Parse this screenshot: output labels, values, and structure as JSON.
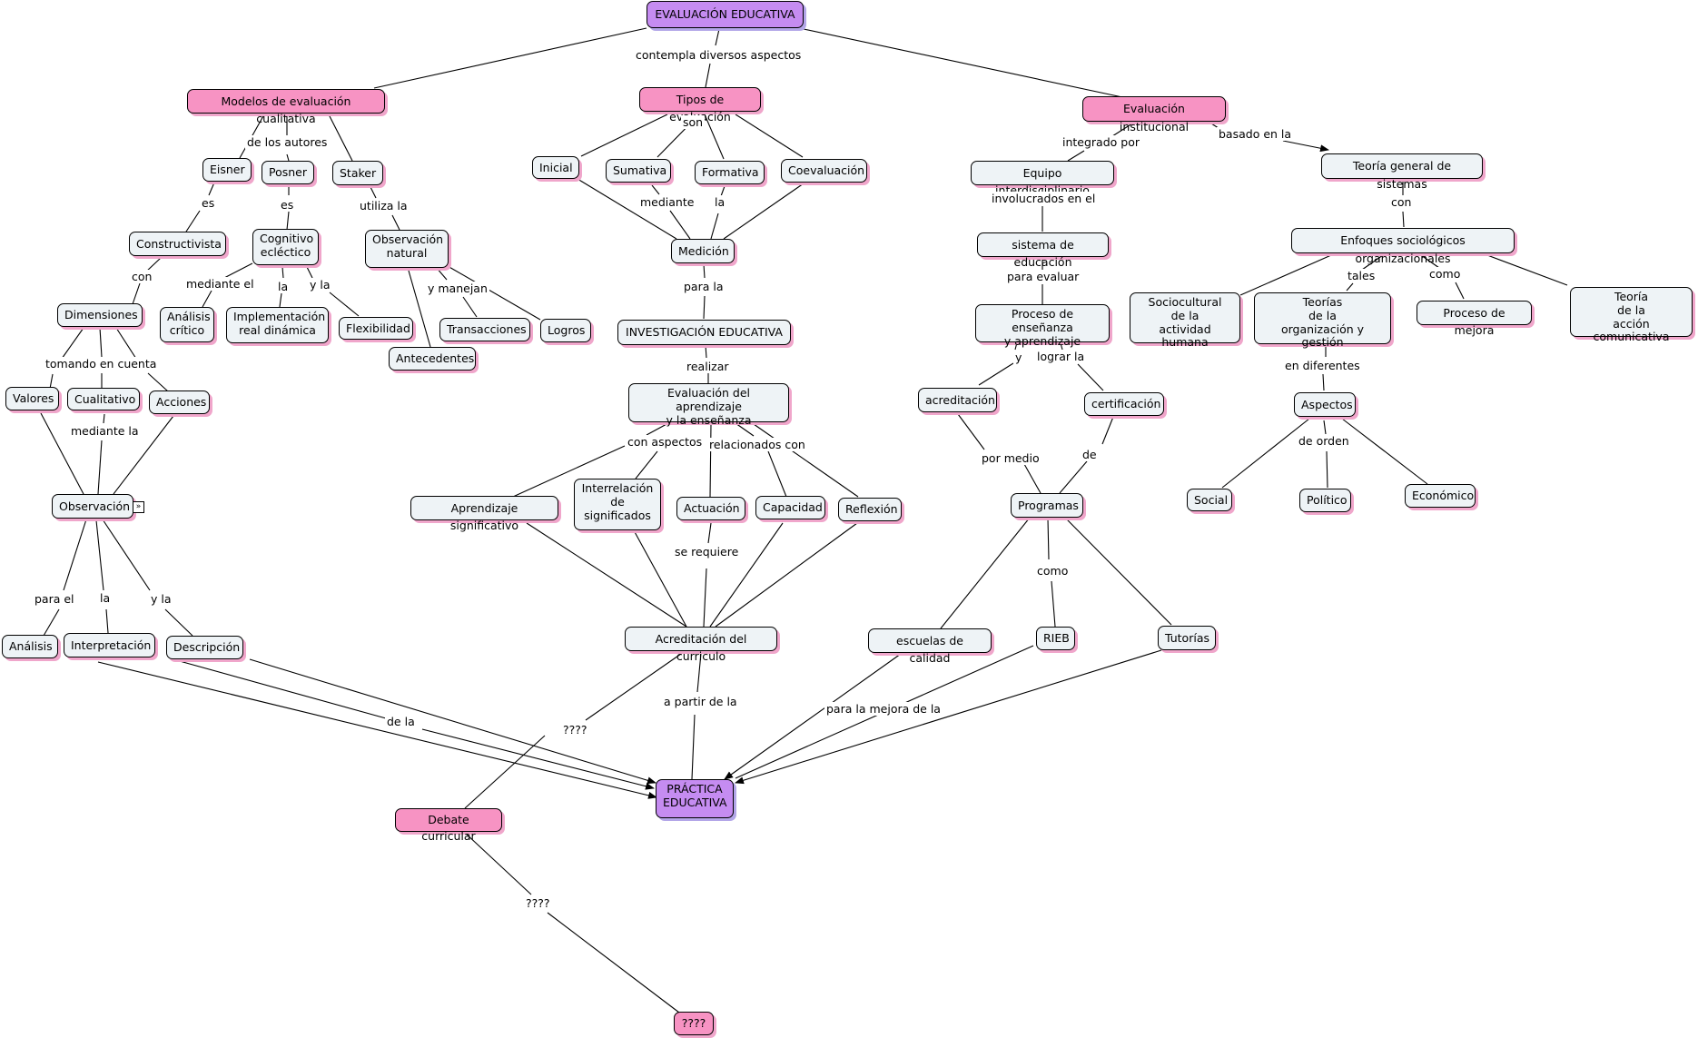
{
  "nodes": {
    "evaluacion_educativa": "EVALUACIÓN EDUCATIVA",
    "modelos": "Modelos de evaluación cualitativa",
    "tipos": "Tipos de evaluación",
    "institucional": "Evaluación institucional",
    "eisner": "Eisner",
    "posner": "Posner",
    "staker": "Staker",
    "constructivista": "Constructivista",
    "cognitivo": "Cognitivo\neclécttico",
    "observacion_natural": "Observación\nnatural",
    "dimensiones": "Dimensiones",
    "analisis_critico": "Análisis\ncrítico",
    "implementacion": "Implementación\nreal dinámica",
    "flexibilidad": "Flexibilidad",
    "transacciones": "Transacciones",
    "logros": "Logros",
    "antecedentes": "Antecedentes",
    "valores": "Valores",
    "cualitativo": "Cualitativo",
    "acciones": "Acciones",
    "observacion": "Observación",
    "analisis": "Análisis",
    "interpretacion": "Interpretación",
    "descripcion": "Descripción",
    "inicial": "Inicial",
    "sumativa": "Sumativa",
    "formativa": "Formativa",
    "coevaluacion": "Coevaluación",
    "medicion": "Medición",
    "investigacion": "INVESTIGACIÓN EDUCATIVA",
    "eval_aprendizaje": "Evaluación del aprendizaje\ny la enseñanza",
    "aprendizaje_sig": "Aprendizaje significativo",
    "interrelacion": "Interrelación\nde\nsignificados",
    "actuacion": "Actuación",
    "capacidad": "Capacidad",
    "reflexion": "Reflexión",
    "acreditacion_curriculo": "Acreditación del curriculo",
    "practica": "PRÁCTICA\nEDUCATIVA",
    "debate": "Debate curricular",
    "qqq_node": "????",
    "equipo": "Equipo interdisciplinario",
    "sistema_educacion": "sistema de educación",
    "proceso_ensenanza": "Proceso de enseñanza\ny aprendizaje",
    "acreditacion": "acreditación",
    "certificacion": "certificación",
    "programas": "Programas",
    "escuelas": "escuelas de calidad",
    "rieb": "RIEB",
    "tutorias": "Tutorías",
    "teoria_sistemas": "Teoría general de sistemas",
    "enfoques": "Enfoques sociológicos organizacionales",
    "sociocultural": "Sociocultural\nde la\nactividad humana",
    "teorias_org": "Teorías\nde la\norganización y gestión",
    "proceso_mejora": "Proceso de mejora",
    "teoria_accion": "Teoría\nde la\nacción comunicativa",
    "aspectos": "Aspectos",
    "social": "Social",
    "politico": "Político",
    "economico": "Económico"
  },
  "links": {
    "contempla": "contempla diversos aspectos",
    "de_los_autores": "de los autores",
    "es_eisner": "es",
    "es_posner": "es",
    "utiliza_la": "utiliza la",
    "con_dimensiones": "con",
    "mediante_el": "mediante el",
    "la_impl": "la",
    "y_la_flex": "y la",
    "y_manejan": "y manejan",
    "tomando": "tomando en cuenta",
    "mediante_la": "mediante la",
    "para_el": "para el",
    "la_interp": "la",
    "y_la_desc": "y la",
    "de_la": "de la",
    "son": "son",
    "mediante_tipos": "mediante",
    "la_formativa": "la",
    "para_la": "para la",
    "realizar": "realizar",
    "con_aspectos": "con aspectos",
    "relacionados": "relacionados con",
    "se_requiere": "se requiere",
    "a_partir": "a partir de la",
    "qqq_1": "????",
    "qqq_2": "????",
    "integrado_por": "integrado por",
    "involucrados": "involucrados en el",
    "para_evaluar": "para evaluar",
    "y_acred": "y",
    "lograr_la": "lograr la",
    "por_medio": "por medio",
    "de_cert": "de",
    "como_rieb": "como",
    "para_mejora": "para la mejora de la",
    "basado_en": "basado en la",
    "con_enfoques": "con",
    "tales": "tales",
    "como_mejora": "como",
    "en_diferentes": "en diferentes",
    "de_orden": "de orden"
  },
  "icons": {
    "expand": "double-chevron-icon"
  },
  "colors": {
    "plain": "#eef3f6",
    "pink": "#f793c3",
    "purple": "#c58cf1",
    "shadow": "#f0a6cb"
  }
}
